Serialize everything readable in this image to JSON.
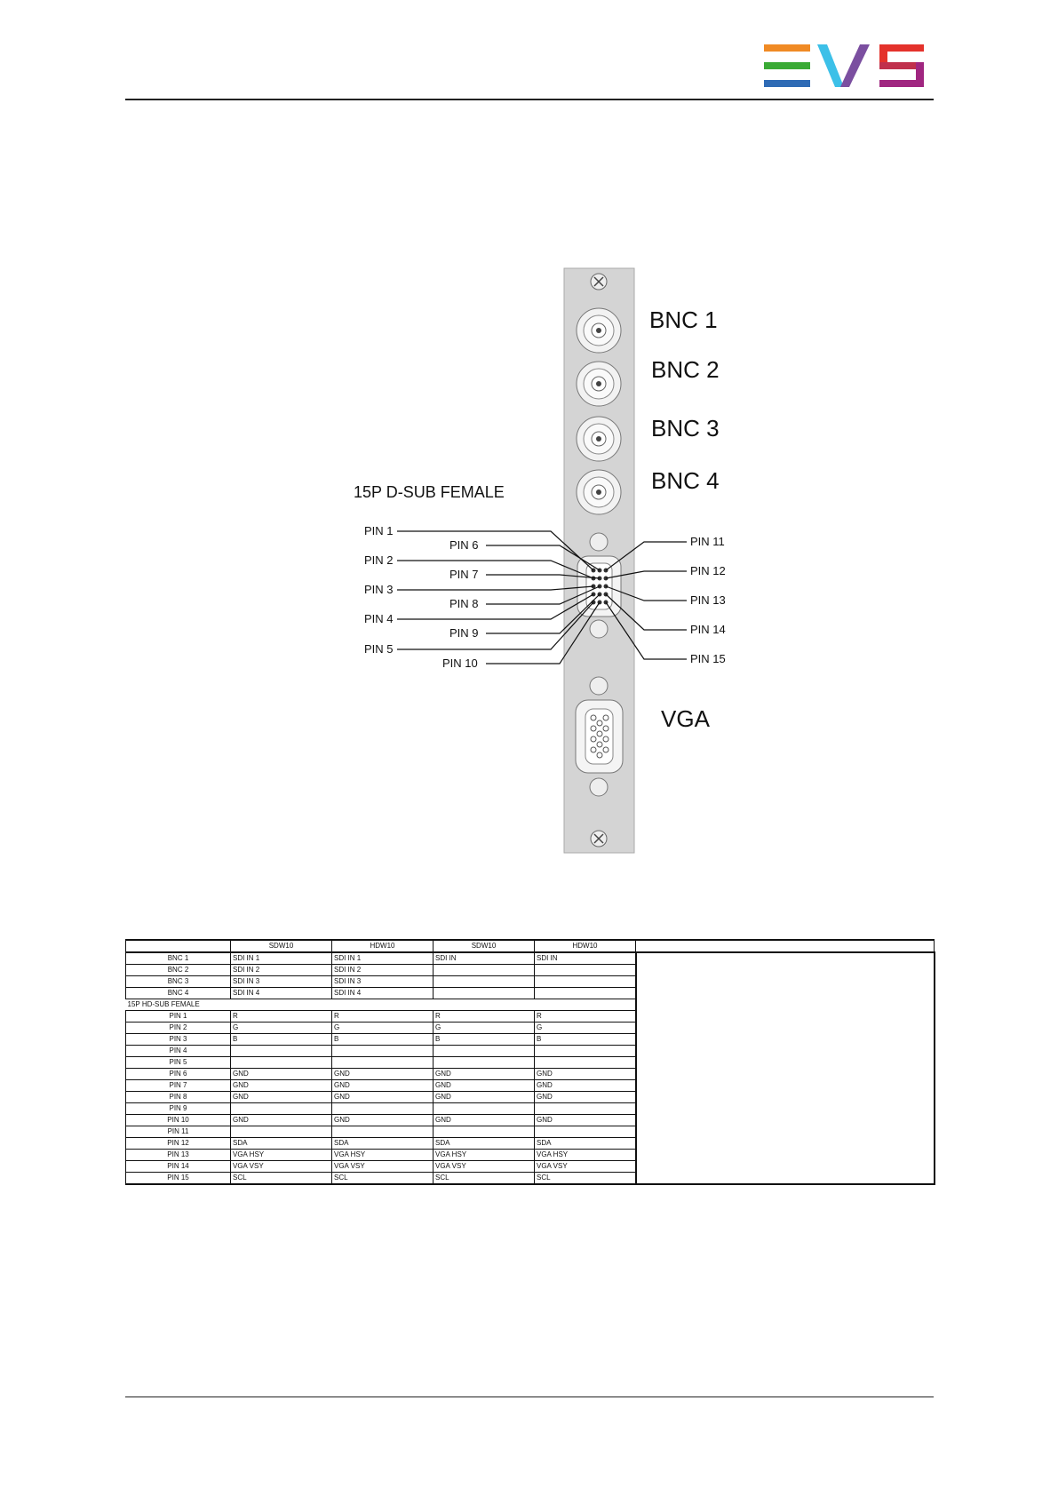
{
  "diagram": {
    "bnc_labels": [
      "BNC 1",
      "BNC 2",
      "BNC 3",
      "BNC 4"
    ],
    "dsub_title": "15P D-SUB FEMALE",
    "left_pins": [
      "PIN 1",
      "PIN 2",
      "PIN 3",
      "PIN 4",
      "PIN 5"
    ],
    "mid_pins": [
      "PIN 6",
      "PIN 7",
      "PIN 8",
      "PIN 9",
      "PIN 10"
    ],
    "right_pins": [
      "PIN 11",
      "PIN 12",
      "PIN 13",
      "PIN 14",
      "PIN 15"
    ],
    "vga_label": "VGA"
  },
  "table": {
    "headers": [
      "",
      "SDW10",
      "HDW10",
      "SDW10",
      "HDW10"
    ],
    "bnc_rows": [
      [
        "BNC 1",
        "SDI IN 1",
        "SDI IN 1",
        "SDI IN",
        "SDI IN"
      ],
      [
        "BNC 2",
        "SDI IN 2",
        "SDI IN 2",
        "",
        ""
      ],
      [
        "BNC 3",
        "SDI IN 3",
        "SDI IN 3",
        "",
        ""
      ],
      [
        "BNC 4",
        "SDI IN 4",
        "SDI IN 4",
        "",
        ""
      ]
    ],
    "section_label": "15P HD-SUB FEMALE",
    "pin_rows": [
      [
        "PIN 1",
        "R",
        "R",
        "R",
        "R"
      ],
      [
        "PIN 2",
        "G",
        "G",
        "G",
        "G"
      ],
      [
        "PIN 3",
        "B",
        "B",
        "B",
        "B"
      ],
      [
        "PIN 4",
        "",
        "",
        "",
        ""
      ],
      [
        "PIN 5",
        "",
        "",
        "",
        ""
      ],
      [
        "PIN 6",
        "GND",
        "GND",
        "GND",
        "GND"
      ],
      [
        "PIN 7",
        "GND",
        "GND",
        "GND",
        "GND"
      ],
      [
        "PIN 8",
        "GND",
        "GND",
        "GND",
        "GND"
      ],
      [
        "PIN 9",
        "",
        "",
        "",
        ""
      ],
      [
        "PIN 10",
        "GND",
        "GND",
        "GND",
        "GND"
      ],
      [
        "PIN 11",
        "",
        "",
        "",
        ""
      ],
      [
        "PIN 12",
        "SDA",
        "SDA",
        "SDA",
        "SDA"
      ],
      [
        "PIN 13",
        "VGA HSY",
        "VGA HSY",
        "VGA HSY",
        "VGA HSY"
      ],
      [
        "PIN 14",
        "VGA VSY",
        "VGA VSY",
        "VGA VSY",
        "VGA VSY"
      ],
      [
        "PIN 15",
        "SCL",
        "SCL",
        "SCL",
        "SCL"
      ]
    ]
  },
  "colors": {
    "logo_orange": "#f08a24",
    "logo_green": "#3aaa35",
    "logo_blue": "#2e6bb5",
    "logo_cyan": "#3cc0e8",
    "logo_violet": "#7b4fa0",
    "logo_red": "#e4322b",
    "logo_magenta": "#a02680",
    "panel_gray": "#d4d4d4"
  }
}
